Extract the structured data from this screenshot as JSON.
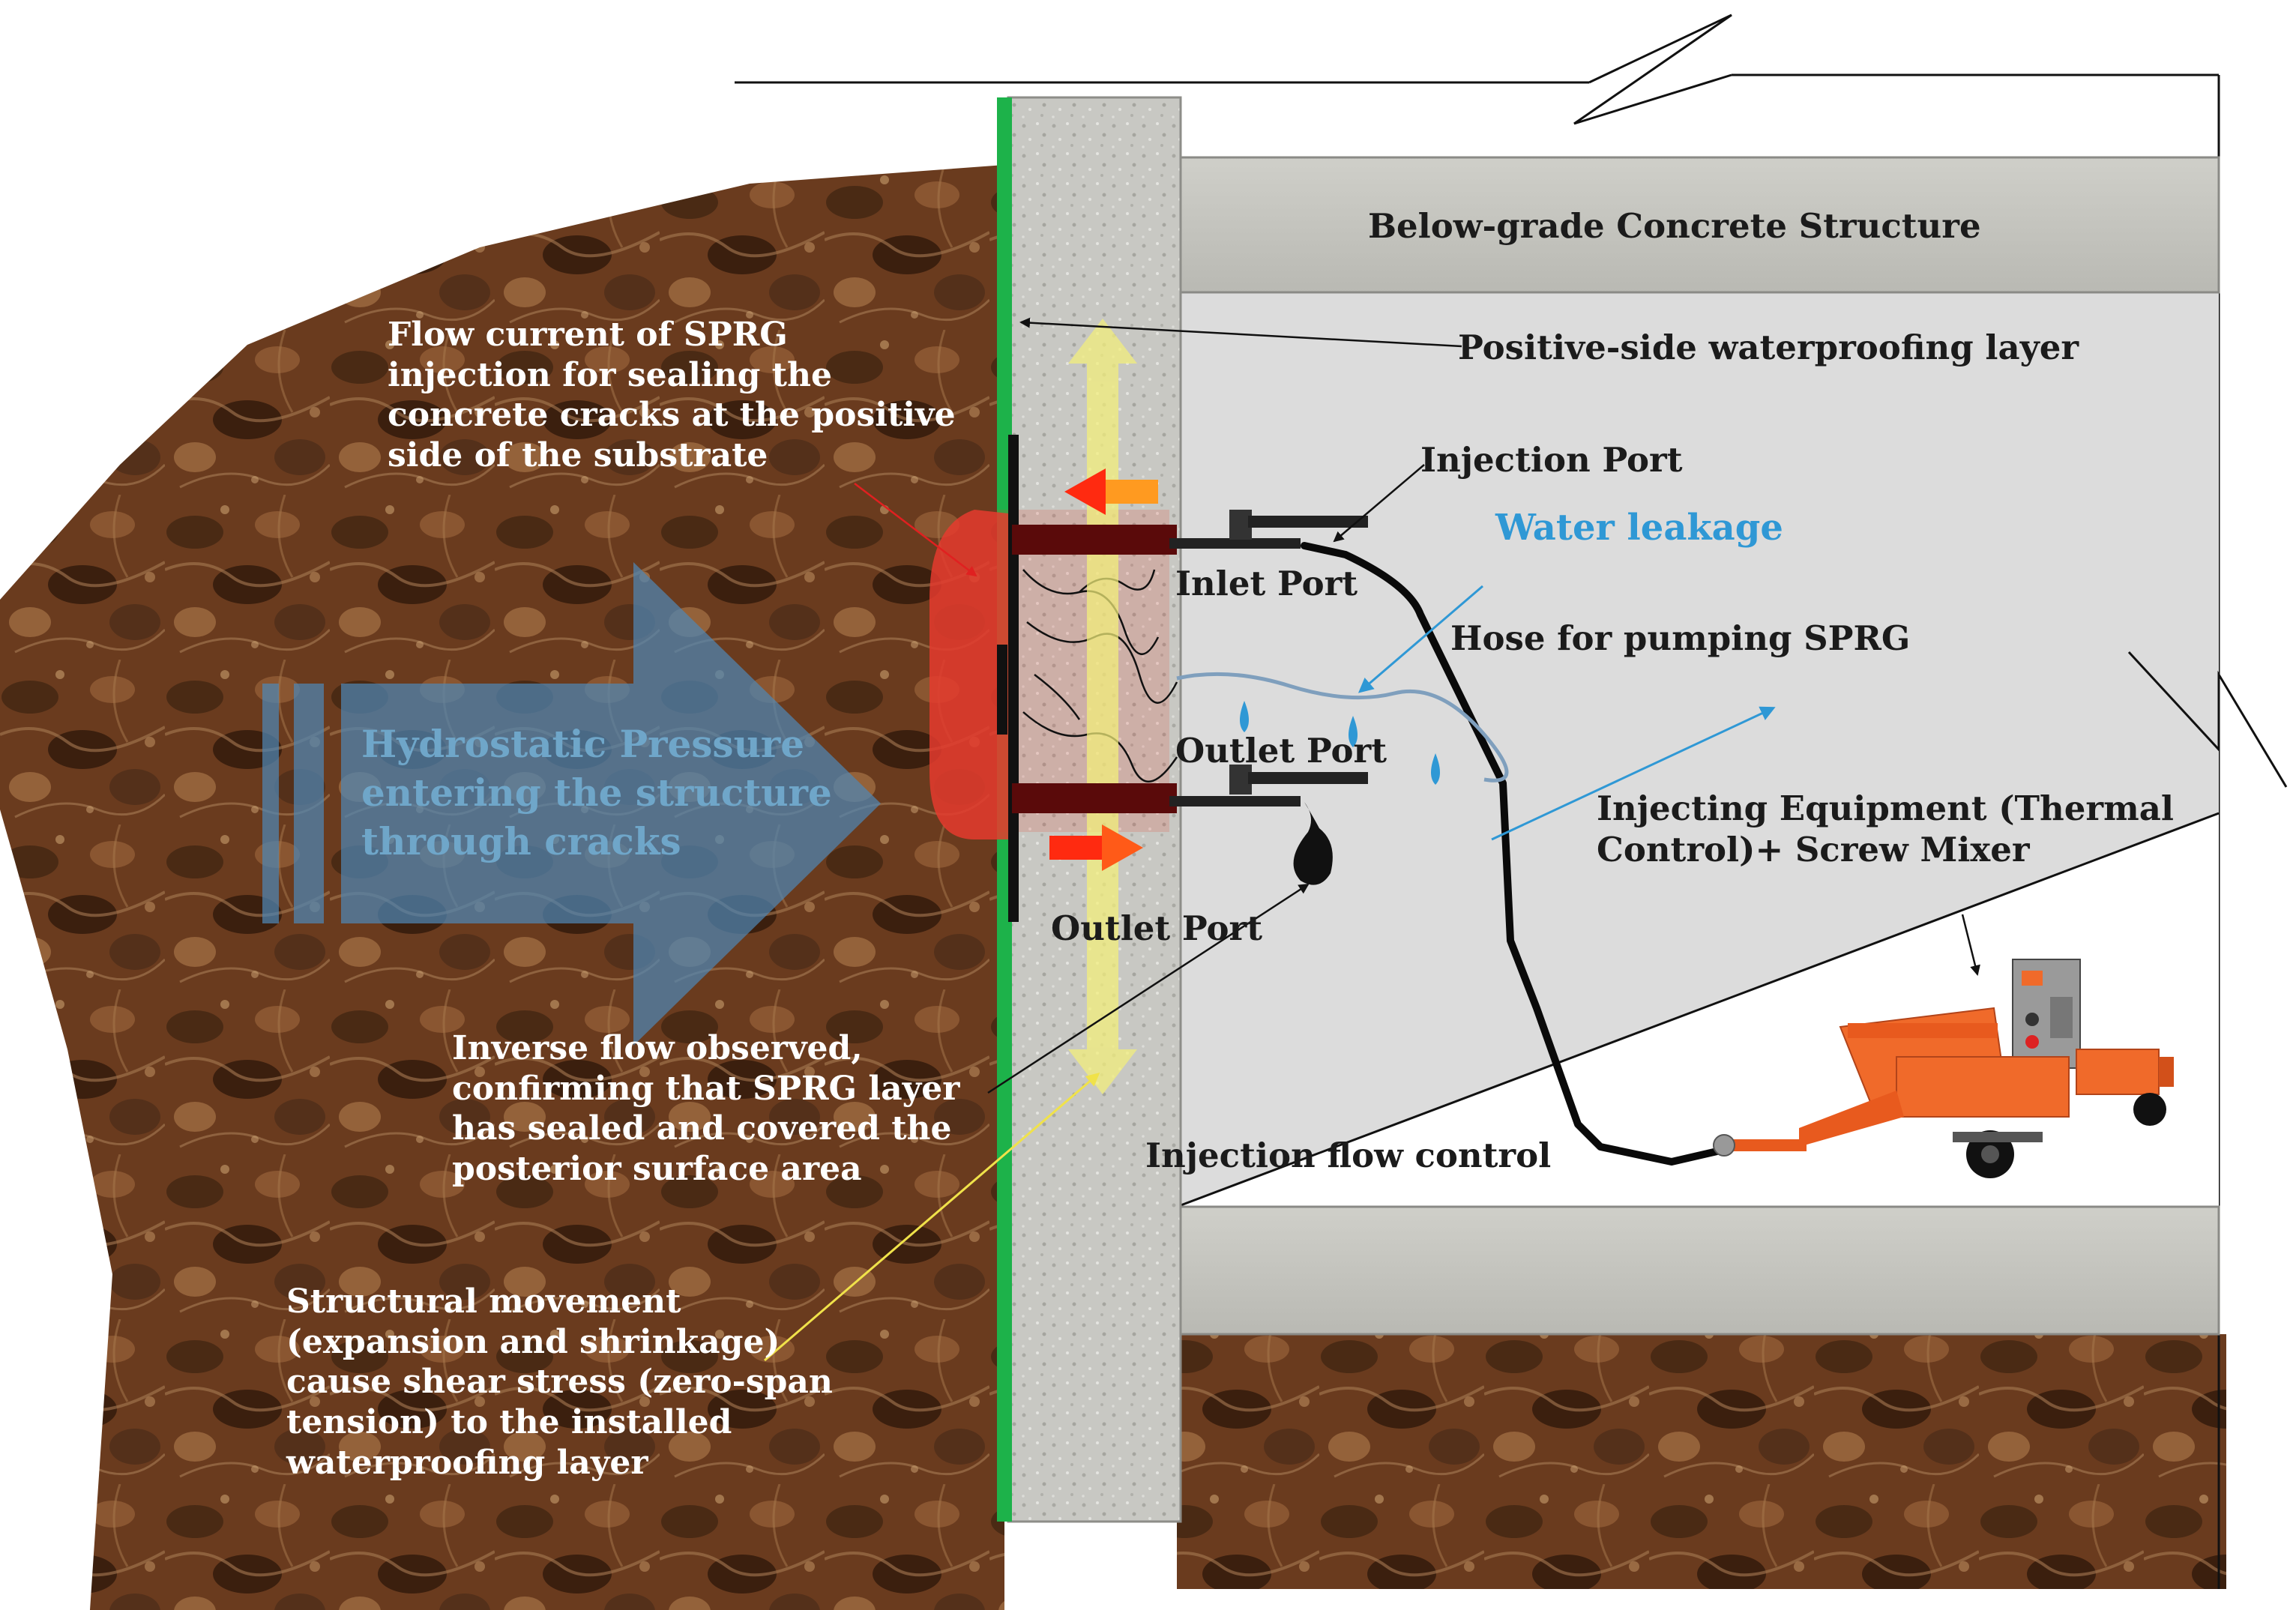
{
  "labels": {
    "concrete_structure": "Below-grade Concrete Structure",
    "positive_layer": "Positive-side waterproofing layer",
    "injection_port": "Injection Port",
    "water_leakage": "Water leakage",
    "inlet_port": "Inlet Port",
    "hose": "Hose for pumping SPRG",
    "outlet_port_upper": "Outlet Port",
    "outlet_port_lower": "Outlet Port",
    "equipment": "Injecting  Equipment (Thermal\nControl)+ Screw Mixer",
    "flow_control": "Injection flow control",
    "flow_current": "Flow current of SPRG\ninjection for sealing the\nconcrete cracks at the positive\nside of the substrate",
    "hydrostatic": "Hydrostatic Pressure\nentering the structure\nthrough cracks",
    "inverse_flow": "Inverse flow observed,\nconfirming that SPRG layer\nhas sealed and covered the\nposterior surface area",
    "structural_movement": "Structural movement\n(expansion and shrinkage)\ncause shear stress (zero-span\ntension) to the installed\nwaterproofing layer"
  },
  "colors": {
    "soil": "#6a3b1e",
    "soil_dark": "#3d2010",
    "concrete": "#c9c9c4",
    "interior": "#dcdcdc",
    "waterproofing": "#1db24a",
    "hydro_arrow": "#4f86b4",
    "flow_arrow": "#f4f07a",
    "sprg_red": "#e53b2e",
    "water": "#2f98d5",
    "pump": "#f06a2a"
  }
}
